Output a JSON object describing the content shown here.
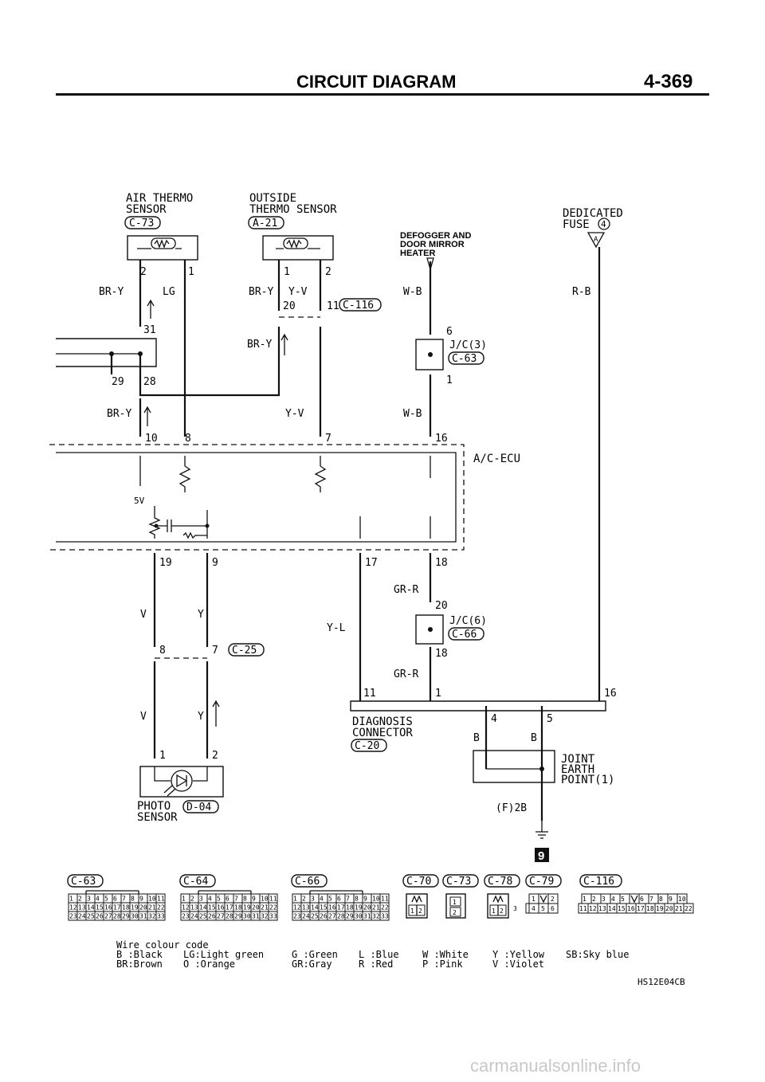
{
  "page": {
    "title": "CIRCUIT DIAGRAM",
    "page_number": "4-369",
    "ref_code": "HS12E04CB",
    "footer_site": "carmanualsonline.info"
  },
  "components": {
    "air_thermo": {
      "line1": "AIR THERMO",
      "line2": "SENSOR",
      "connector": "C-73"
    },
    "outside_thermo": {
      "line1": "OUTSIDE",
      "line2": "THERMO SENSOR",
      "connector": "A-21"
    },
    "defogger": {
      "line1": "DEFOGGER AND",
      "line2": "DOOR MIRROR",
      "line3": "HEATER"
    },
    "dedicated_fuse": {
      "line1": "DEDICATED",
      "line2": "FUSE",
      "fuse_no": "4",
      "pin": "A"
    },
    "jc3": {
      "label": "J/C(3)",
      "connector": "C-63"
    },
    "jc6": {
      "label": "J/C(6)",
      "connector": "C-66"
    },
    "ecu": {
      "label": "A/C-ECU",
      "voltage": "5V"
    },
    "diagnosis": {
      "line1": "DIAGNOSIS",
      "line2": "CONNECTOR",
      "connector": "C-20"
    },
    "joint_earth": {
      "line1": "JOINT",
      "line2": "EARTH",
      "line3": "POINT(1)",
      "ground_ref": "(F)2B",
      "badge": "9"
    },
    "photo": {
      "line1": "PHOTO",
      "line2": "SENSOR",
      "connector": "D-04"
    },
    "c116_ref": "C-116",
    "c25_ref": "C-25"
  },
  "wire_labels": {
    "bry1": "BR-Y",
    "lg": "LG",
    "bry2": "BR-Y",
    "yv1": "Y-V",
    "bry3": "BR-Y",
    "bry4": "BR-Y",
    "yv2": "Y-V",
    "wb1": "W-B",
    "wb2": "W-B",
    "rb": "R-B",
    "v1": "V",
    "y1": "Y",
    "v2": "V",
    "y2": "Y",
    "yl": "Y-L",
    "grr1": "GR-R",
    "grr2": "GR-R",
    "b1": "B",
    "b2": "B"
  },
  "pins": {
    "p2a": "2",
    "p1a": "1",
    "p1b": "1",
    "p2b": "2",
    "p20": "20",
    "p11": "11",
    "p31": "31",
    "p29": "29",
    "p28": "28",
    "p6": "6",
    "p1c": "1",
    "p10": "10",
    "p8": "8",
    "p7": "7",
    "p16": "16",
    "p19": "19",
    "p9": "9",
    "p17": "17",
    "p18": "18",
    "p20b": "20",
    "p18b": "18",
    "p8b": "8",
    "p7b": "7",
    "p11b": "11",
    "p1d": "1",
    "p16b": "16",
    "p4": "4",
    "p5": "5",
    "p1e": "1",
    "p2c": "2"
  },
  "connector_views": [
    {
      "name": "C-63",
      "type": "33"
    },
    {
      "name": "C-64",
      "type": "33"
    },
    {
      "name": "C-66",
      "type": "33"
    },
    {
      "name": "C-70",
      "type": "2a"
    },
    {
      "name": "C-73",
      "type": "2b"
    },
    {
      "name": "C-78",
      "type": "2a"
    },
    {
      "name": "C-79",
      "type": "6"
    },
    {
      "name": "C-116",
      "type": "22"
    }
  ],
  "colour_code": {
    "title": "Wire colour code",
    "entries": [
      "B :Black",
      "BR:Brown",
      "LG:Light green",
      "O :Orange",
      "G :Green",
      "GR:Gray",
      "L :Blue",
      "R :Red",
      "W :White",
      "P :Pink",
      "Y :Yellow",
      "V :Violet",
      "SB:Sky blue"
    ]
  },
  "colors": {
    "ink": "#111111",
    "paper": "#ffffff"
  }
}
